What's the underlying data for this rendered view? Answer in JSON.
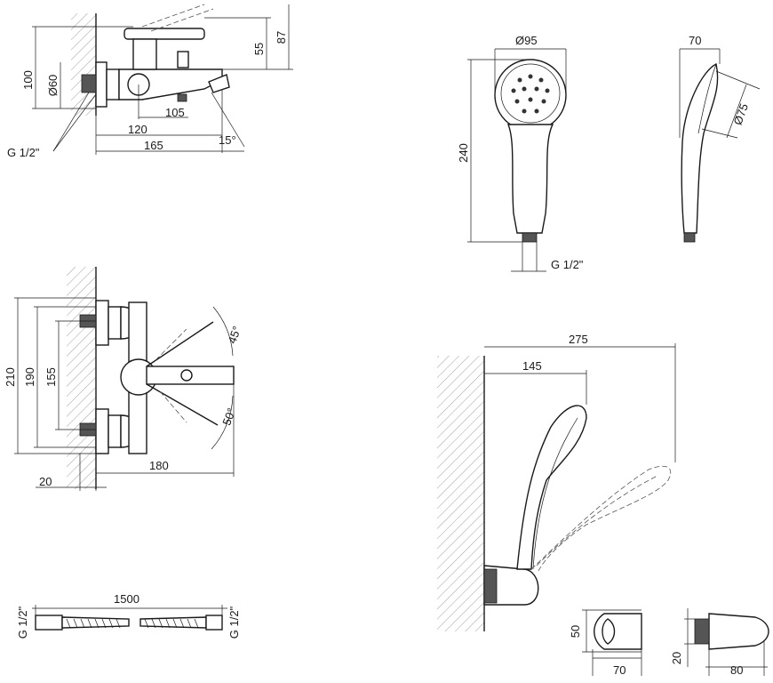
{
  "top_left_view": {
    "dims": {
      "d100": "100",
      "d60": "Ø60",
      "d55": "55",
      "d87": "87",
      "d105": "105",
      "d120": "120",
      "d165": "165",
      "d15": "15°",
      "thread": "G 1/2\""
    }
  },
  "hand_shower_front": {
    "dims": {
      "d95": "Ø95",
      "d240": "240",
      "thread": "G 1/2\""
    }
  },
  "hand_shower_side": {
    "dims": {
      "d70": "70",
      "d75": "Ø75"
    }
  },
  "mixer_top_view": {
    "dims": {
      "d210": "210",
      "d190": "190",
      "d155": "155",
      "d45": "45°",
      "d50": "50°",
      "d180": "180",
      "d20": "20"
    }
  },
  "wall_holder_view": {
    "dims": {
      "d275": "275",
      "d145": "145"
    }
  },
  "hose": {
    "dims": {
      "d1500": "1500",
      "thread_left": "G 1/2\"",
      "thread_right": "G 1/2\""
    }
  },
  "holder_details": {
    "dims": {
      "d50": "50",
      "d70": "70",
      "d20": "20",
      "d80": "80"
    }
  }
}
